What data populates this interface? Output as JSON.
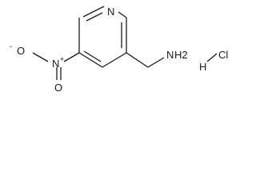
{
  "molecule": {
    "labels": {
      "ring_nitrogen": "N",
      "nitro_nitrogen": "N",
      "nitro_nitrogen_charge": "+",
      "nitro_oxygen_top": "O",
      "nitro_oxygen_top_charge": "-",
      "nitro_oxygen_bottom": "O",
      "amine_n": "N",
      "amine_h2": "H2",
      "salt_h": "H",
      "salt_cl": "Cl"
    }
  }
}
